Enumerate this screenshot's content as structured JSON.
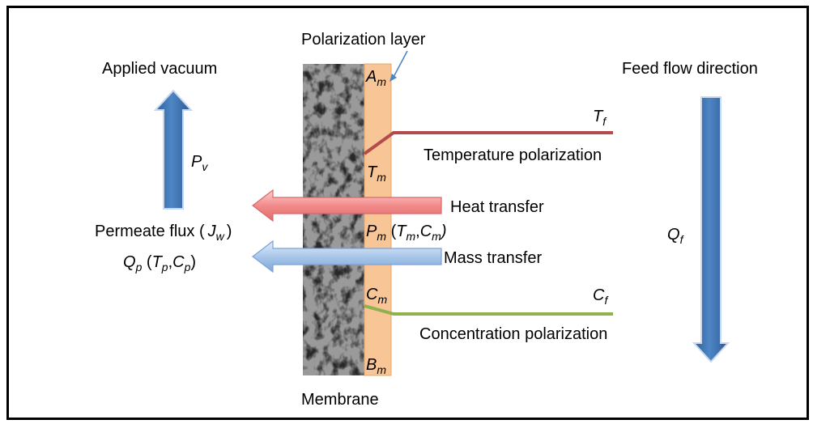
{
  "labels": {
    "polarization_layer": "Polarization layer",
    "applied_vacuum": "Applied vacuum",
    "feed_flow_direction": "Feed flow direction",
    "temperature_polarization": "Temperature polarization",
    "heat_transfer": "Heat transfer",
    "mass_transfer": "Mass transfer",
    "concentration_polarization": "Concentration polarization",
    "membrane": "Membrane",
    "permeate_flux": "Permeate flux (",
    "close_paren": ")"
  },
  "symbols": {
    "A": "A",
    "A_sub": "m",
    "T": "T",
    "Tf_sub": "f",
    "Tm_sub": "m",
    "P": "P",
    "Pv_sub": "v",
    "Pm_sub": "m",
    "C": "C",
    "Cm_sub": "m",
    "Cf_sub": "f",
    "B": "B",
    "Bm_sub": "m",
    "J": "J",
    "Jw_sub": "w",
    "Q": "Q",
    "Qf_sub": "f",
    "Qp_sub": "p",
    "Tp_sub": "p",
    "Cp_sub": "p",
    "Pm_args_open": " (",
    "comma": ",",
    "Pm_args_close": ")",
    "Qp_args_open": " ("
  },
  "colors": {
    "temperature_line": "#b44a49",
    "concentration_line": "#8fb14e",
    "polarization_layer_fill": "#f7c596",
    "vacuum_arrow": "#3e72b2",
    "feed_arrow": "#3e72b2",
    "heat_arrow": "#f28b8b",
    "mass_arrow": "#9cbde6",
    "membrane_dark": "#2a2a2a"
  }
}
